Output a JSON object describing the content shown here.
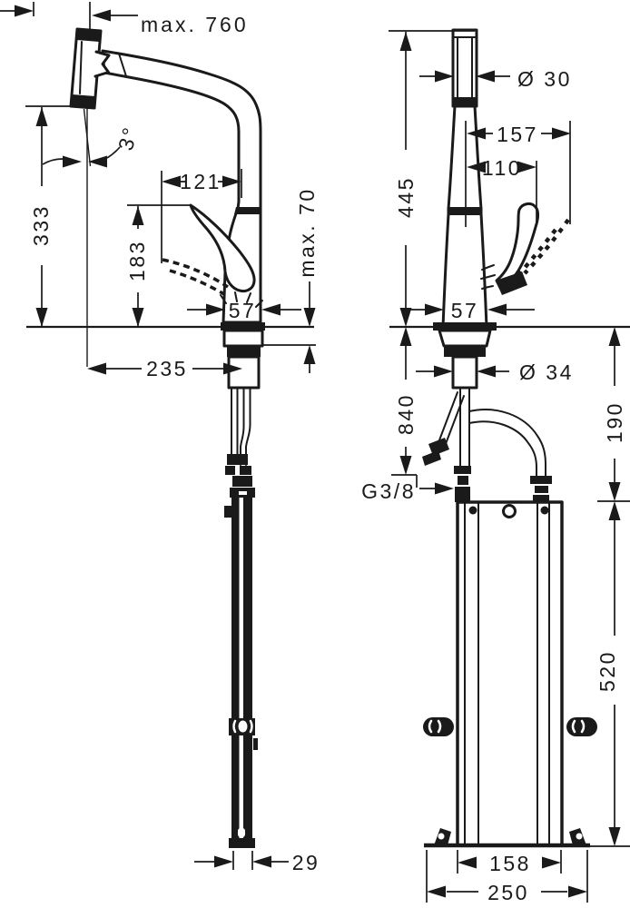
{
  "drawing": {
    "side_view": {
      "max_pullout": "max. 760",
      "tilt_angle": "3°",
      "spout_height": "333",
      "spout_reach": "121",
      "lever_height": "183",
      "max_counter_thickness": "max. 70",
      "base_diameter": "57",
      "total_reach": "235",
      "hose_end_width": "29"
    },
    "front_view": {
      "head_diameter": "Ø 30",
      "total_height": "445",
      "handle_clearance": "157",
      "handle_width": "110",
      "base_width": "57",
      "shank_diameter": "Ø 34",
      "hose_length": "840",
      "connection_depth": "190",
      "thread_size": "G3/8",
      "sbox_height": "520",
      "sbox_width": "158",
      "baseplate_width": "250"
    }
  },
  "colors": {
    "ink": "#1a1a1a",
    "background": "#ffffff"
  }
}
